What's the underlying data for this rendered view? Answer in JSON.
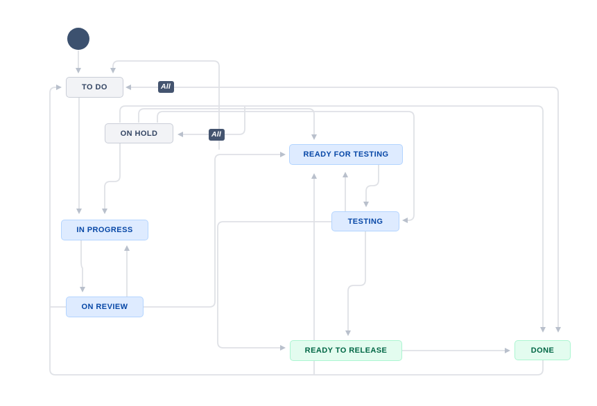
{
  "diagram": {
    "title": "workflow-diagram",
    "start_node": {
      "type": "initial-status-circle"
    },
    "nodes": {
      "todo": {
        "label": "TO DO",
        "category": "todo"
      },
      "on_hold": {
        "label": "ON HOLD",
        "category": "todo"
      },
      "ready_for_testing": {
        "label": "READY FOR TESTING",
        "category": "in_progress"
      },
      "testing": {
        "label": "TESTING",
        "category": "in_progress"
      },
      "in_progress": {
        "label": "IN PROGRESS",
        "category": "in_progress"
      },
      "on_review": {
        "label": "ON REVIEW",
        "category": "in_progress"
      },
      "ready_to_release": {
        "label": "READY TO RELEASE",
        "category": "done"
      },
      "done": {
        "label": "DONE",
        "category": "done"
      }
    },
    "badges": {
      "all_to_todo": {
        "label": "All"
      },
      "all_to_on_hold": {
        "label": "All"
      }
    },
    "colors": {
      "connector_line": "#dfe1e6",
      "arrowhead": "#b9c0cc",
      "start_circle": "#3c516f",
      "badge_background": "#44546f",
      "badge_text": "#ffffff",
      "todo_background": "#f2f3f6",
      "todo_text": "#344563",
      "in_progress_background": "#deebff",
      "in_progress_text": "#0747a6",
      "done_background": "#e3fcef",
      "done_text": "#006644"
    }
  }
}
